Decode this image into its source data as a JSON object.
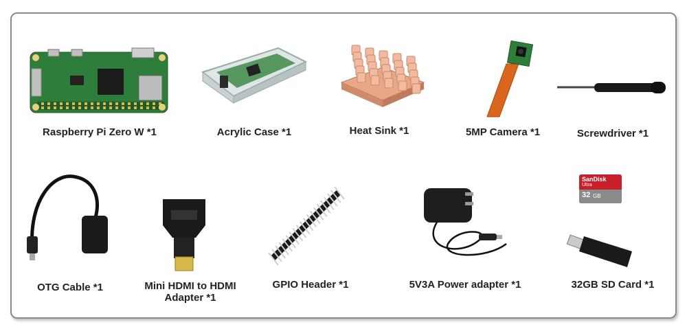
{
  "items": [
    {
      "label": "Raspberry Pi Zero W *1"
    },
    {
      "label": "Acrylic Case *1"
    },
    {
      "label": "Heat Sink *1"
    },
    {
      "label": "5MP Camera *1"
    },
    {
      "label": "Screwdriver *1"
    },
    {
      "label": "OTG Cable *1"
    },
    {
      "label_line1": "Mini HDMI to HDMI",
      "label_line2": "Adapter *1"
    },
    {
      "label": "GPIO Header *1"
    },
    {
      "label": "5V3A  Power adapter *1"
    },
    {
      "label": "32GB SD Card *1"
    }
  ],
  "sd_card": {
    "brand": "SanDisk",
    "line": "Ultra",
    "capacity": "32",
    "unit": "GB"
  },
  "colors": {
    "pcb": "#2f7d3a",
    "gold": "#d9b84a",
    "copper": "#e8a888",
    "cable": "#d9661c",
    "frame": "#8a8a8a",
    "sd_red": "#c8202a"
  }
}
